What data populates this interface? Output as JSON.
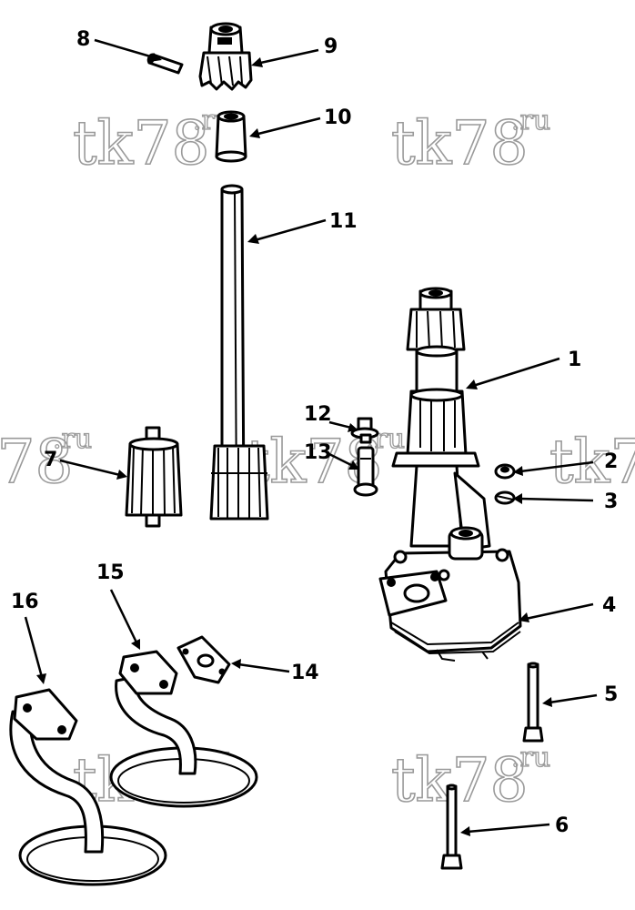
{
  "callouts": {
    "c1": "1",
    "c2": "2",
    "c3": "3",
    "c4": "4",
    "c5": "5",
    "c6": "6",
    "c7": "7",
    "c8": "8",
    "c9": "9",
    "c10": "10",
    "c11": "11",
    "c12": "12",
    "c13": "13",
    "c14": "14",
    "c15": "15",
    "c16": "16"
  },
  "watermark": {
    "main": "tk78",
    "suffix": ".ru"
  }
}
